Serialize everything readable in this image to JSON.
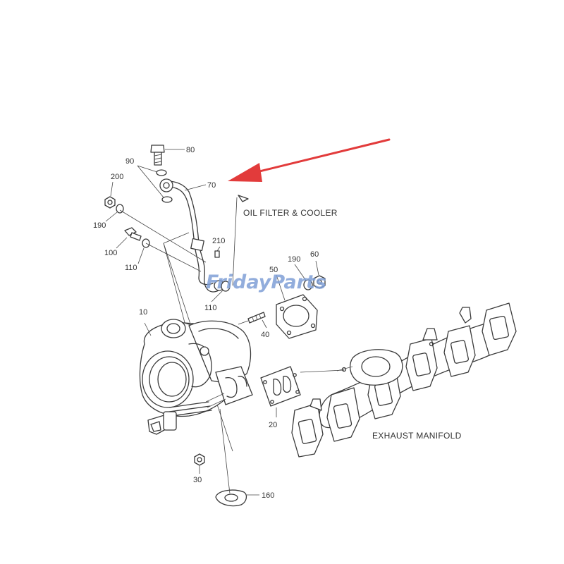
{
  "diagram": {
    "labels": {
      "oil_filter_cooler": "OIL FILTER & COOLER",
      "exhaust_manifold": "EXHAUST MANIFOLD"
    },
    "callouts": {
      "c80": "80",
      "c90": "90",
      "c200": "200",
      "c70": "70",
      "c190a": "190",
      "c100": "100",
      "c210": "210",
      "c110a": "110",
      "c50": "50",
      "c190b": "190",
      "c60": "60",
      "c110b": "110",
      "c10": "10",
      "c40": "40",
      "c20": "20",
      "c30": "30",
      "c160": "160"
    },
    "watermark": "FridayParts",
    "colors": {
      "arrow": "#e23b3b",
      "watermark": "#7f9fd6",
      "line": "#3a3a3a"
    }
  }
}
